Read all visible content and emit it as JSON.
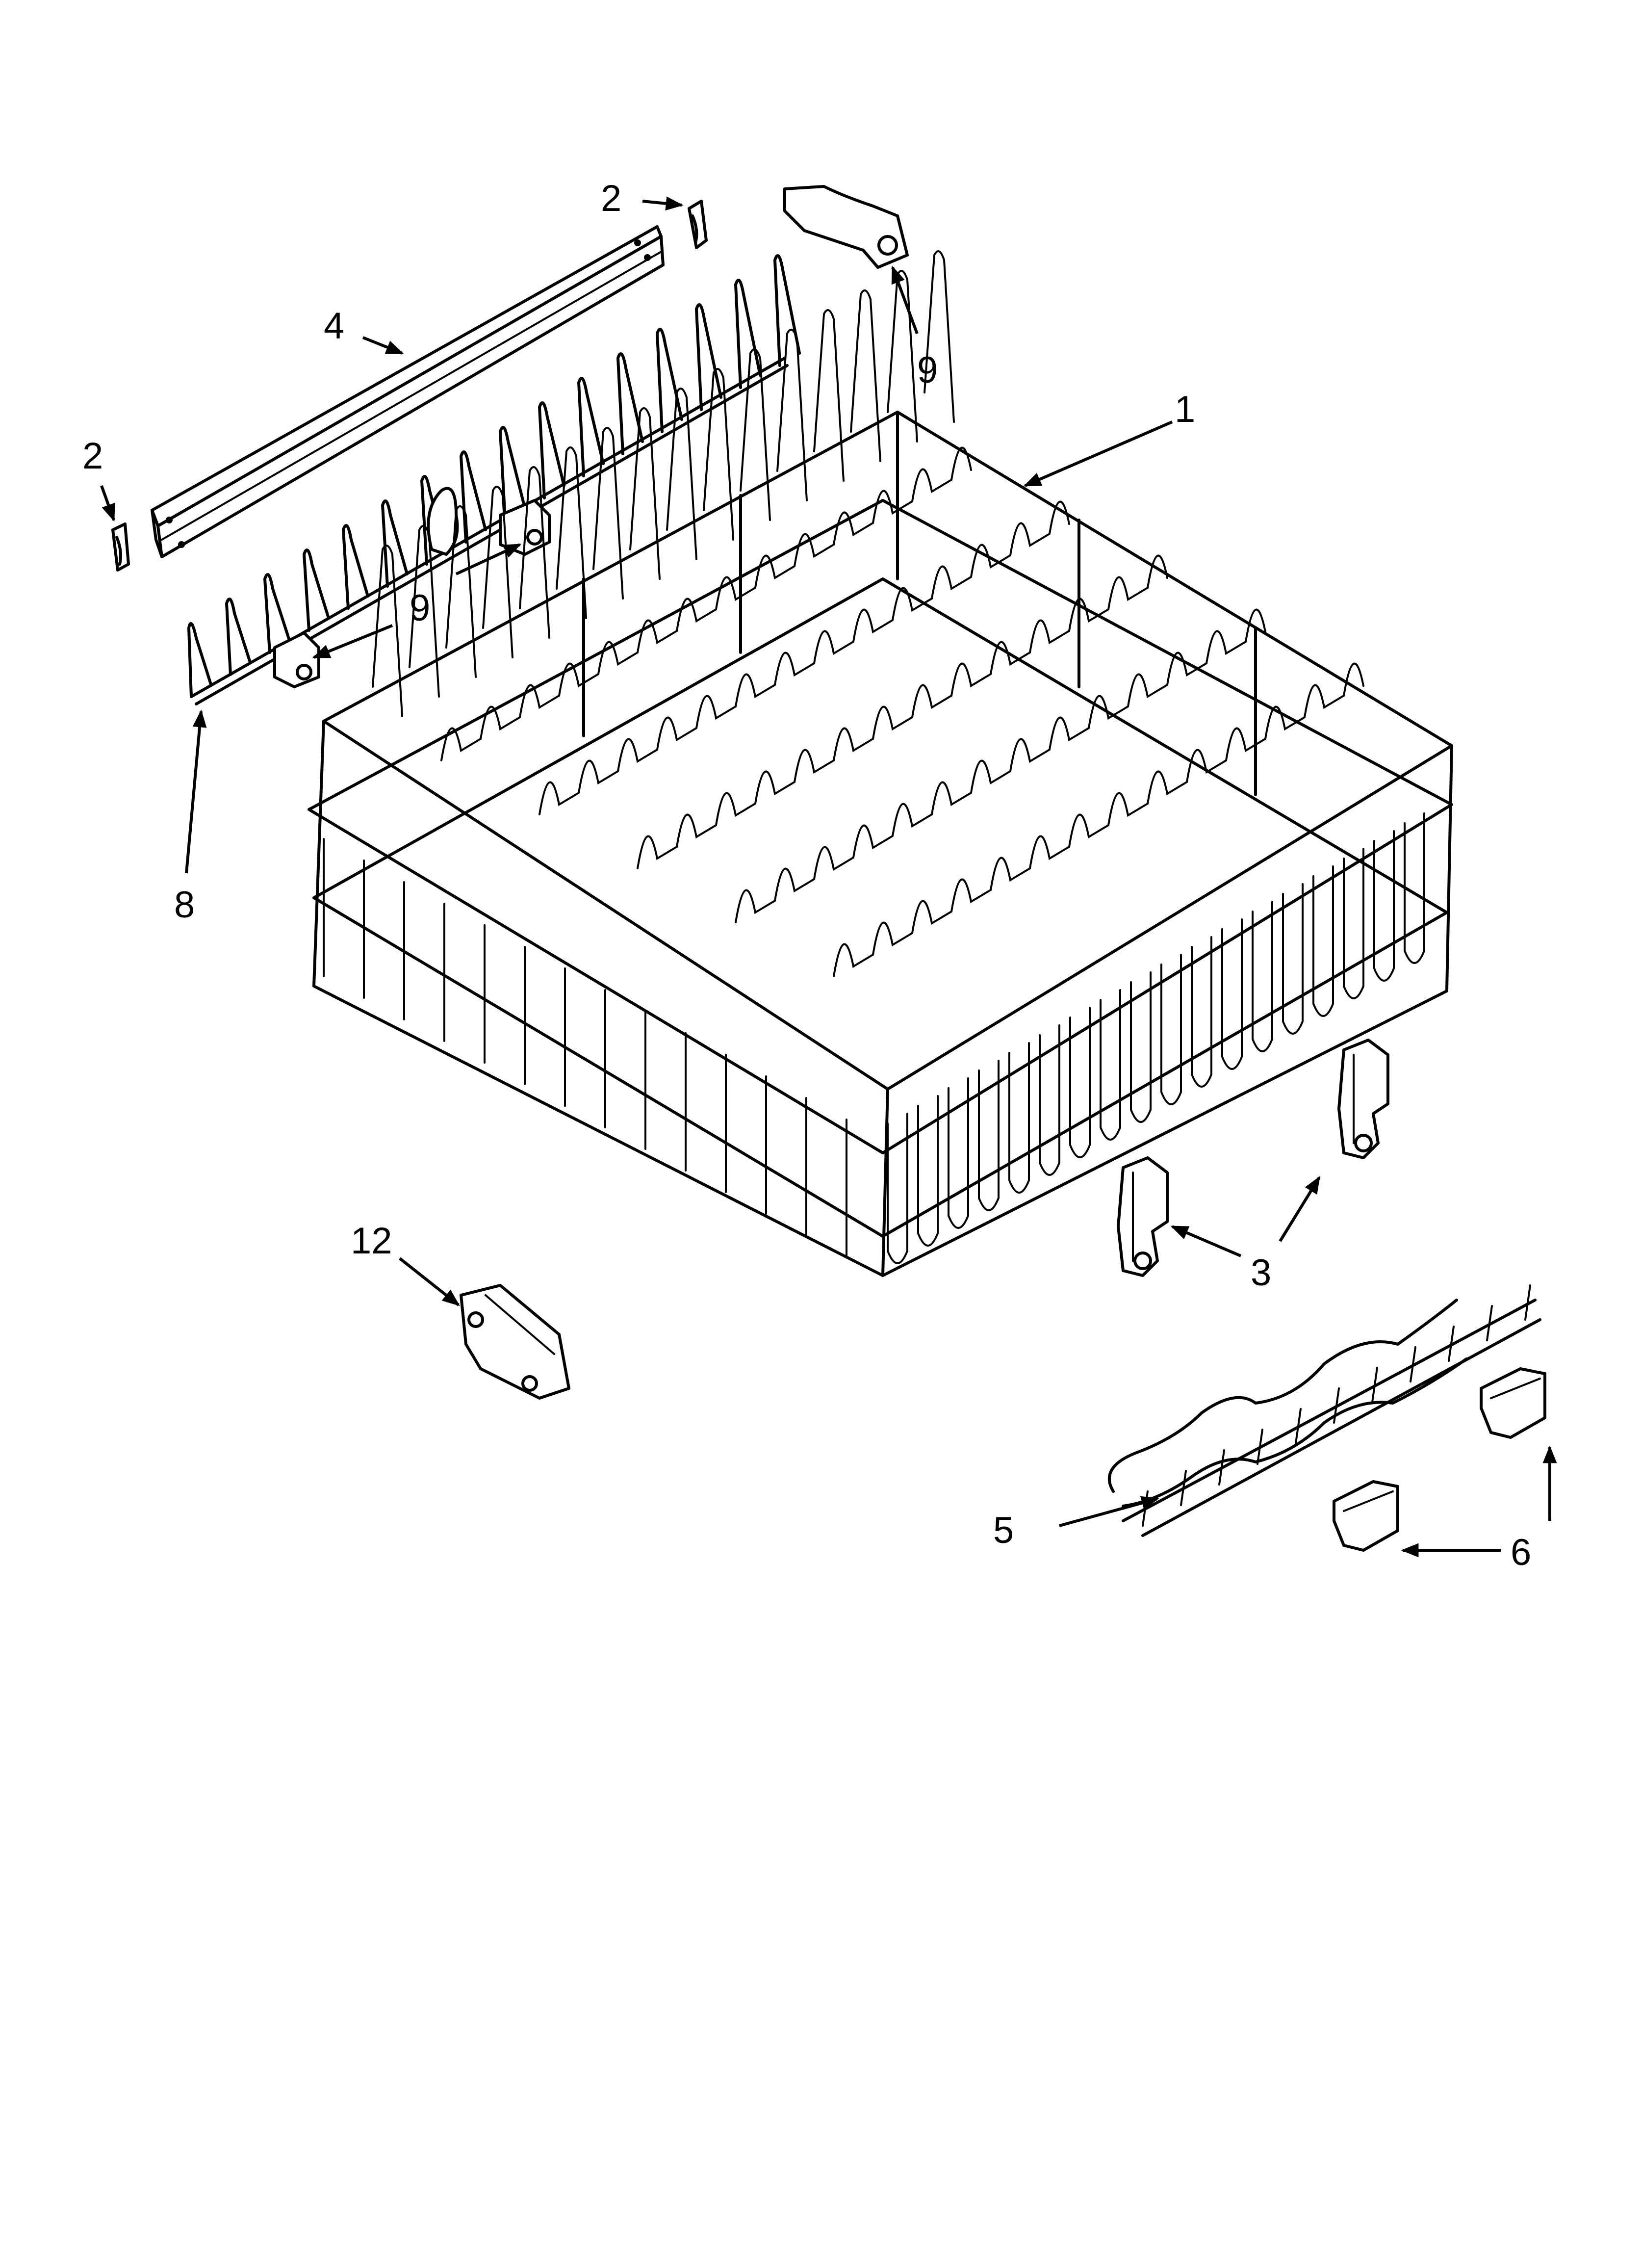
{
  "callouts": [
    {
      "id": "c1",
      "label": "1"
    },
    {
      "id": "c2a",
      "label": "2"
    },
    {
      "id": "c2b",
      "label": "2"
    },
    {
      "id": "c3",
      "label": "3"
    },
    {
      "id": "c4",
      "label": "4"
    },
    {
      "id": "c5",
      "label": "5"
    },
    {
      "id": "c6",
      "label": "6"
    },
    {
      "id": "c8",
      "label": "8"
    },
    {
      "id": "c9a",
      "label": "9"
    },
    {
      "id": "c9b",
      "label": "9"
    },
    {
      "id": "c12",
      "label": "12"
    }
  ]
}
